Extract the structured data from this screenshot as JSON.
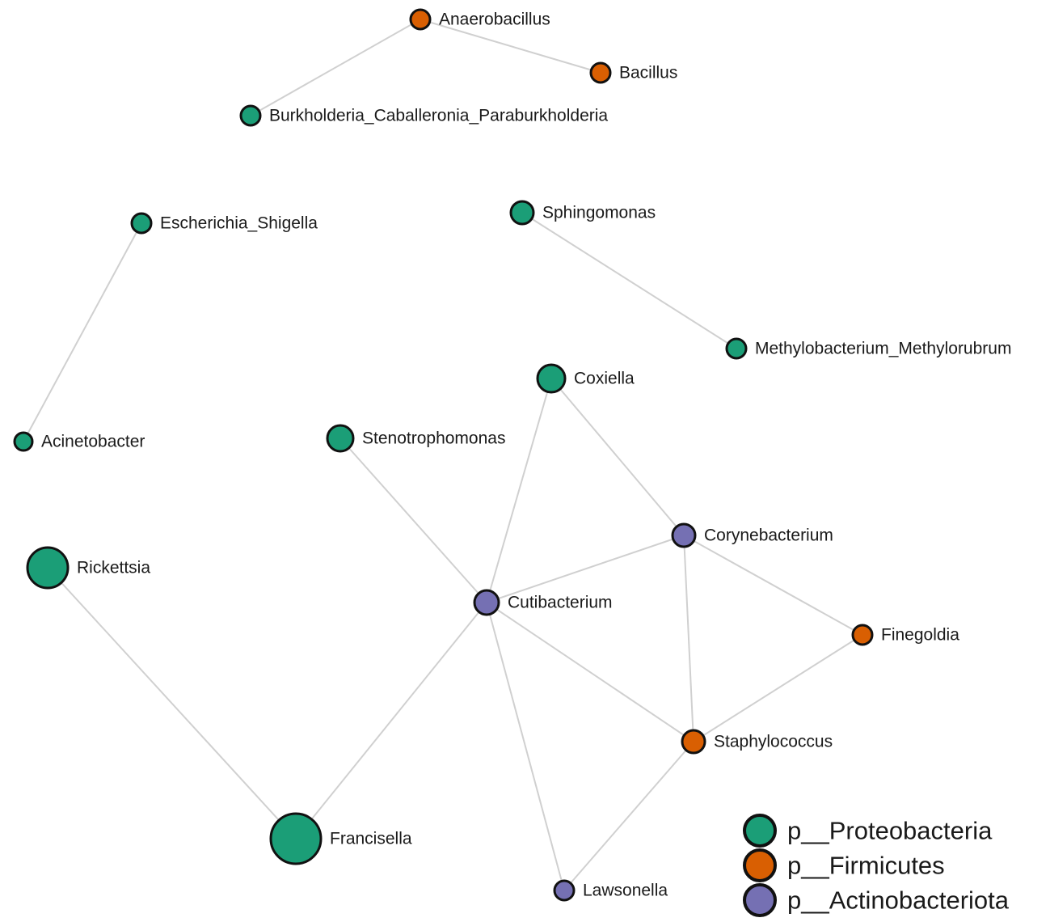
{
  "colors": {
    "p__Proteobacteria": "#1b9e77",
    "p__Firmicutes": "#d95f02",
    "p__Actinobacteriota": "#7570b3"
  },
  "nodes": [
    {
      "id": "anaerobacillus",
      "label": "Anaerobacillus",
      "group": "p__Firmicutes"
    },
    {
      "id": "bacillus",
      "label": "Bacillus",
      "group": "p__Firmicutes"
    },
    {
      "id": "burkholderia",
      "label": "Burkholderia_Caballeronia_Paraburkholderia",
      "group": "p__Proteobacteria"
    },
    {
      "id": "escherichia",
      "label": "Escherichia_Shigella",
      "group": "p__Proteobacteria"
    },
    {
      "id": "sphingomonas",
      "label": "Sphingomonas",
      "group": "p__Proteobacteria"
    },
    {
      "id": "methylobacterium",
      "label": "Methylobacterium_Methylorubrum",
      "group": "p__Proteobacteria"
    },
    {
      "id": "acinetobacter",
      "label": "Acinetobacter",
      "group": "p__Proteobacteria"
    },
    {
      "id": "coxiella",
      "label": "Coxiella",
      "group": "p__Proteobacteria"
    },
    {
      "id": "stenotrophomonas",
      "label": "Stenotrophomonas",
      "group": "p__Proteobacteria"
    },
    {
      "id": "corynebacterium",
      "label": "Corynebacterium",
      "group": "p__Actinobacteriota"
    },
    {
      "id": "rickettsia",
      "label": "Rickettsia",
      "group": "p__Proteobacteria"
    },
    {
      "id": "cutibacterium",
      "label": "Cutibacterium",
      "group": "p__Actinobacteriota"
    },
    {
      "id": "finegoldia",
      "label": "Finegoldia",
      "group": "p__Firmicutes"
    },
    {
      "id": "staphylococcus",
      "label": "Staphylococcus",
      "group": "p__Firmicutes"
    },
    {
      "id": "francisella",
      "label": "Francisella",
      "group": "p__Proteobacteria"
    },
    {
      "id": "lawsonella",
      "label": "Lawsonella",
      "group": "p__Actinobacteriota"
    }
  ],
  "edges": [
    [
      "anaerobacillus",
      "bacillus"
    ],
    [
      "anaerobacillus",
      "burkholderia"
    ],
    [
      "escherichia",
      "acinetobacter"
    ],
    [
      "sphingomonas",
      "methylobacterium"
    ],
    [
      "coxiella",
      "cutibacterium"
    ],
    [
      "coxiella",
      "corynebacterium"
    ],
    [
      "stenotrophomonas",
      "cutibacterium"
    ],
    [
      "corynebacterium",
      "cutibacterium"
    ],
    [
      "corynebacterium",
      "finegoldia"
    ],
    [
      "corynebacterium",
      "staphylococcus"
    ],
    [
      "cutibacterium",
      "staphylococcus"
    ],
    [
      "cutibacterium",
      "lawsonella"
    ],
    [
      "cutibacterium",
      "francisella"
    ],
    [
      "finegoldia",
      "staphylococcus"
    ],
    [
      "staphylococcus",
      "lawsonella"
    ],
    [
      "rickettsia",
      "francisella"
    ]
  ],
  "legend": [
    {
      "label": "p__Proteobacteria",
      "group": "p__Proteobacteria"
    },
    {
      "label": "p__Firmicutes",
      "group": "p__Firmicutes"
    },
    {
      "label": "p__Actinobacteriota",
      "group": "p__Actinobacteriota"
    }
  ]
}
